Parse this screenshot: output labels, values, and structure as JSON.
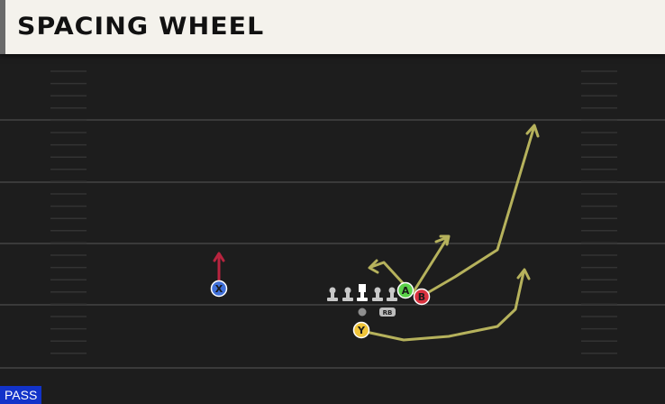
{
  "play": {
    "title": "SPACING WHEEL",
    "type_label": "PASS"
  },
  "players": [
    {
      "id": "x",
      "button": "X",
      "color": "#3f6fd8",
      "route_color": "#b8243f"
    },
    {
      "id": "a",
      "button": "A",
      "color": "#5bd14a",
      "route_color": "#b6b25c"
    },
    {
      "id": "b",
      "button": "B",
      "color": "#d9323f",
      "route_color": "#b6b25c"
    },
    {
      "id": "y",
      "button": "Y",
      "color": "#f0c53a",
      "route_color": "#b6b25c"
    }
  ],
  "backfield": {
    "rb_label": "RB"
  },
  "colors": {
    "field": "#1d1d1d",
    "yard_line": "#3a3a3a",
    "lineman": "#c9c9c9",
    "center": "#ffffff",
    "route": "#b6b25c",
    "title_bg": "#f4f2ec",
    "badge_bg": "#1233c9"
  }
}
